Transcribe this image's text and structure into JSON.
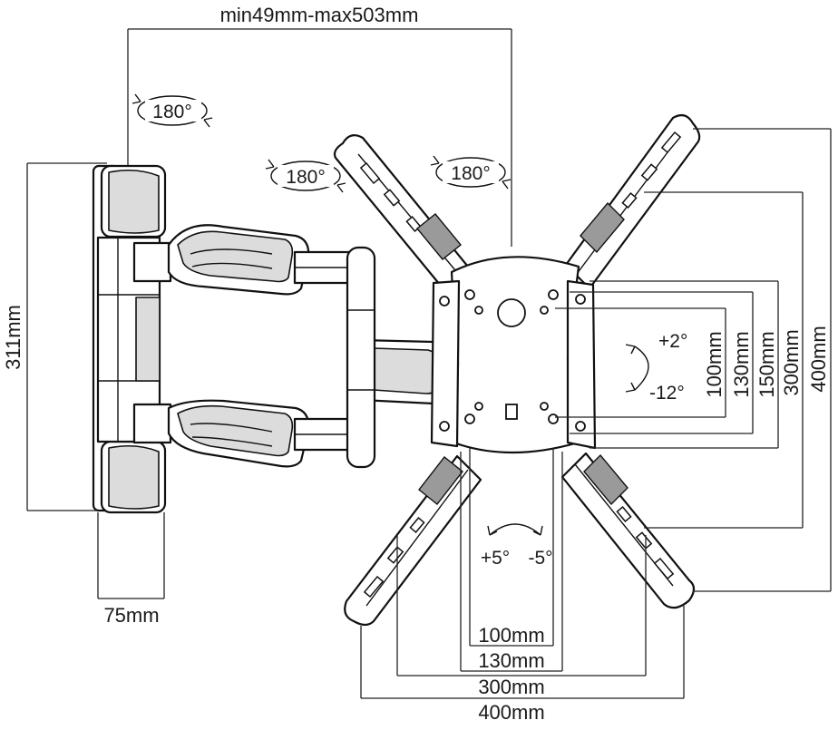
{
  "labels": {
    "arm_extension": "min49mm-max503mm",
    "swivel_wall": "180°",
    "swivel_left": "180°",
    "swivel_right": "180°",
    "plate_height": "311mm",
    "plate_width": "75mm",
    "tilt_up": "+2°",
    "tilt_down": "-12°",
    "rotate_plus": "+5°",
    "rotate_minus": "-5°",
    "vesa_v_100": "100mm",
    "vesa_v_130": "130mm",
    "vesa_v_150": "150mm",
    "vesa_v_300": "300mm",
    "vesa_v_400": "400mm",
    "vesa_h_100": "100mm",
    "vesa_h_130": "130mm",
    "vesa_h_300": "300mm",
    "vesa_h_400": "400mm"
  },
  "colors": {
    "line": "#111111",
    "shade": "#dcdcdc",
    "background": "#ffffff"
  }
}
